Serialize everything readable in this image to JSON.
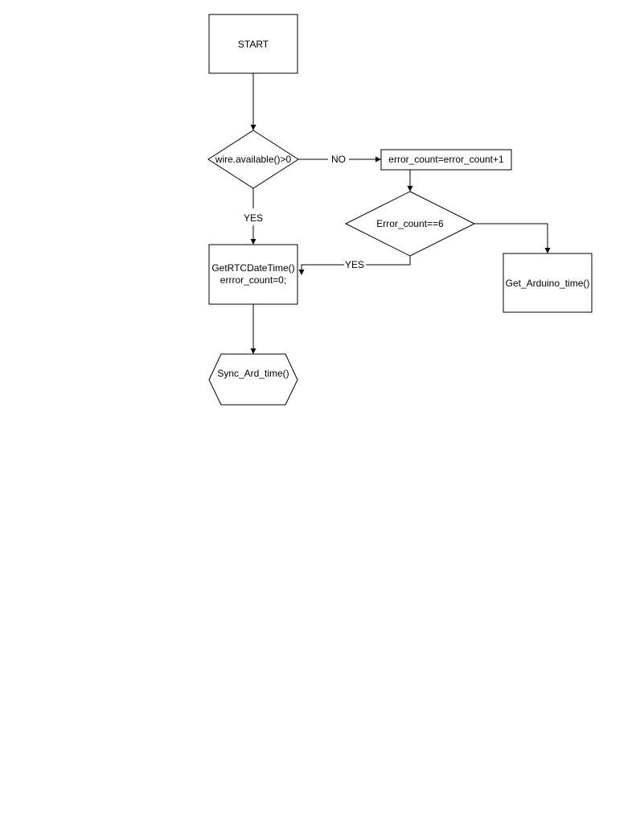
{
  "nodes": {
    "start": {
      "label": "START"
    },
    "wire_check": {
      "label": "wire.available()>0"
    },
    "increment": {
      "label": "error_count=error_count+1"
    },
    "error_check": {
      "label": "Error_count==6"
    },
    "get_rtc": {
      "line1": "GetRTCDateTime()",
      "line2": "errror_count=0;"
    },
    "get_arduino": {
      "label": "Get_Arduino_time()"
    },
    "sync": {
      "label": "Sync_Ard_time()"
    }
  },
  "edges": {
    "wire_no": {
      "label": "NO"
    },
    "wire_yes": {
      "label": "YES"
    },
    "error_yes": {
      "label": "YES"
    }
  },
  "colors": {
    "stroke": "#000000",
    "background": "#ffffff"
  }
}
